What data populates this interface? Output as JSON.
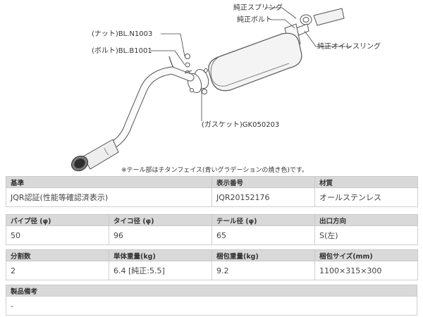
{
  "diagram": {
    "labels": {
      "spring": "純正スプリング",
      "bolt_oem": "純正ボルト",
      "oil_ring": "純正オイレスリング",
      "nut": "(ナット)BL.N1003",
      "bolt": "(ボルト)BL.B1001",
      "gasket": "(ガスケット)GK050203"
    },
    "note": "※テール部はチタンフェイス(青いグラデーションの焼き色)です。"
  },
  "table1": {
    "headers": [
      "基準",
      "表示番号",
      "材質"
    ],
    "values": [
      "JQR認証(性能等確認済表示)",
      "JQR20152176",
      "オールステンレス"
    ]
  },
  "table2": {
    "headers": [
      "パイプ径 (φ)",
      "タイコ径 (φ)",
      "テール径 (φ)",
      "出口方向"
    ],
    "values": [
      "50",
      "96",
      "65",
      "S(左)"
    ]
  },
  "table3": {
    "headers": [
      "分割数",
      "単体重量(kg)",
      "梱包重量(kg)",
      "梱包サイズ(mm)"
    ],
    "values": [
      "2",
      "6.4 [純正:5.5]",
      "9.2",
      "1100×315×300"
    ]
  },
  "table4": {
    "headers": [
      "製品備考"
    ],
    "values": [
      "-"
    ]
  },
  "colors": {
    "header_bg": "#d9d9d9",
    "border": "#cccccc"
  }
}
